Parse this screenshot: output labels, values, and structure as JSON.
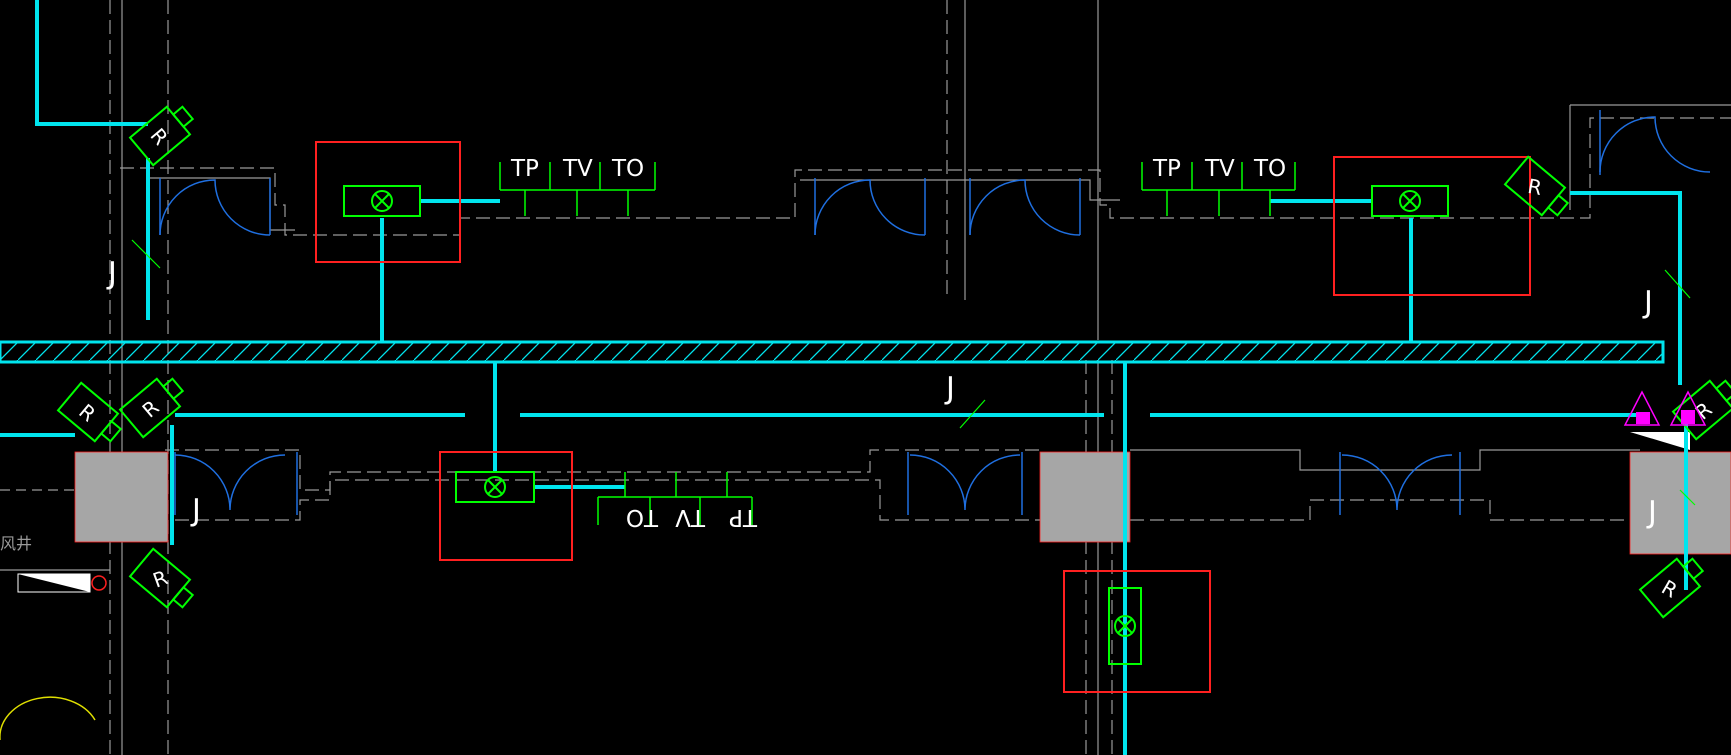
{
  "drawing": {
    "background": "#000000",
    "colors": {
      "trunk": "#00e5ee",
      "device": "#00ff00",
      "device_zone": "#ff2020",
      "door": "#1f6fe0",
      "wall_dashed": "#9a9a9a",
      "column": "#a6a6a6",
      "alarm": "#ff00ff"
    },
    "outlet_labels": [
      {
        "tp": "TP",
        "tv": "TV",
        "to": "TO"
      },
      {
        "tp": "TP",
        "tv": "TV",
        "to": "TO"
      },
      {
        "tp": "TP",
        "tv": "TV",
        "to": "TO"
      }
    ],
    "camera_label": "R",
    "junction_label": "J",
    "shaft_label": "风井",
    "icons": {
      "camera": "cctv-camera-icon",
      "ap": "wireless-ap-icon",
      "door": "door-swing-icon",
      "alarm": "alarm-triangle-icon",
      "tray": "cable-tray-icon"
    }
  }
}
